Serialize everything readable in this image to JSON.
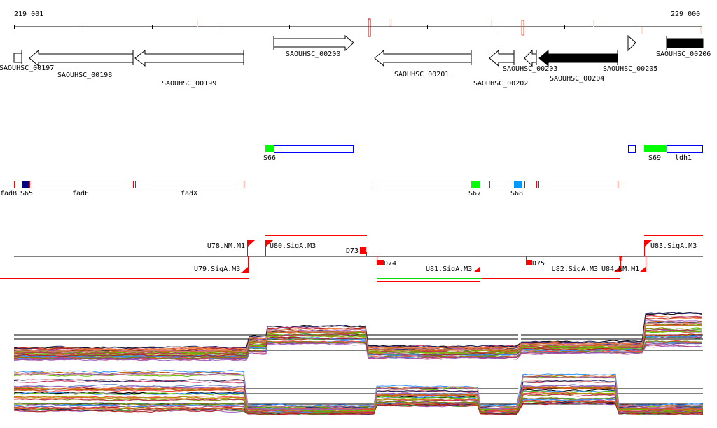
{
  "ruler": {
    "start_label": "219 001",
    "end_label": "229 000"
  },
  "genes": [
    {
      "label": "SAOUHSC_00197"
    },
    {
      "label": "SAOUHSC_00198"
    },
    {
      "label": "SAOUHSC_00199"
    },
    {
      "label": "SAOUHSC_00200"
    },
    {
      "label": "SAOUHSC_00201"
    },
    {
      "label": "SAOUHSC_00202"
    },
    {
      "label": "SAOUHSC_00203"
    },
    {
      "label": "SAOUHSC_00204"
    },
    {
      "label": "SAOUHSC_00205"
    },
    {
      "label": "SAOUHSC_00206"
    }
  ],
  "features_top": [
    {
      "label": "S66"
    },
    {
      "label": "S69"
    },
    {
      "label": "ldh1"
    }
  ],
  "features_bottom": [
    {
      "label": "fadB"
    },
    {
      "label": "S65"
    },
    {
      "label": "fadE"
    },
    {
      "label": "fadX"
    },
    {
      "label": "S67"
    },
    {
      "label": "S68"
    }
  ],
  "promoters": [
    {
      "label": "U78.NM.M1"
    },
    {
      "label": "U80.SigA.M3"
    },
    {
      "label": "U79.SigA.M3"
    },
    {
      "label": "D73"
    },
    {
      "label": "D74"
    },
    {
      "label": "U81.SigA.M3"
    },
    {
      "label": "D75"
    },
    {
      "label": "U82.SigA.M3"
    },
    {
      "label": "U84.NM.M1"
    },
    {
      "label": "U83.SigA.M3"
    }
  ],
  "colors": {
    "forward_feature": "#0000ff",
    "reverse_feature": "#ff0000",
    "sigma_site": "#00ff00",
    "feature_dark": "#000080",
    "feature_light_blue": "#0099ff",
    "promoter": "#ff0000"
  }
}
